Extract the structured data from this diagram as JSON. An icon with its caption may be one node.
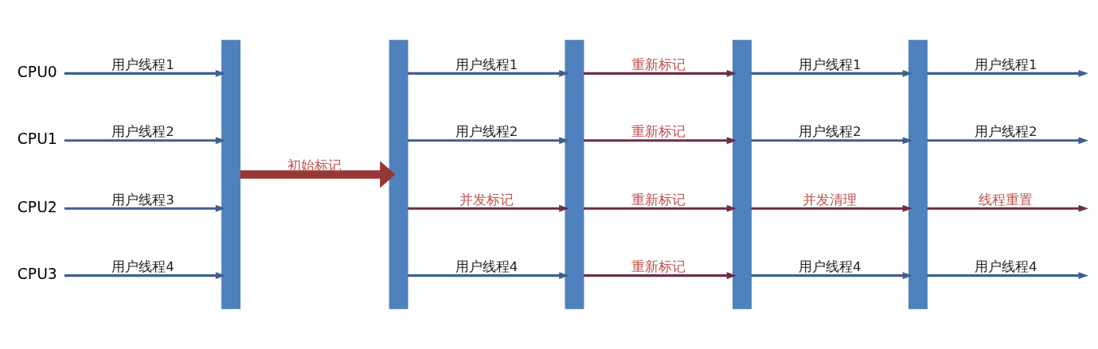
{
  "diagram": {
    "nodes": [
      {
        "text": [
          "CPU0"
        ]
      },
      {
        "text": [
          "CPU1"
        ]
      },
      {
        "text": [
          "CPU2"
        ]
      },
      {
        "text": [
          "CPU3"
        ]
      },
      {
        "text": [],
        "shape": "bar"
      },
      {
        "text": [],
        "shape": "bar"
      },
      {
        "text": [],
        "shape": "bar"
      },
      {
        "text": [],
        "shape": "bar"
      },
      {
        "text": [],
        "shape": "bar"
      }
    ],
    "edges": [
      {
        "from": 0,
        "to": 4,
        "arrow": "to",
        "label": "用户线程1"
      },
      {
        "from": 1,
        "to": 4,
        "arrow": "to",
        "label": "用户线程2"
      },
      {
        "from": 2,
        "to": 4,
        "arrow": "to",
        "label": "用户线程3"
      },
      {
        "from": 3,
        "to": 4,
        "arrow": "to",
        "label": "用户线程4"
      },
      {
        "from": 4,
        "to": 5,
        "arrow": "to",
        "label": "初始标记",
        "style": "thick",
        "color": "#953735"
      },
      {
        "from": 5,
        "to": 6,
        "arrow": "to",
        "label": "用户线程1"
      },
      {
        "from": 5,
        "to": 6,
        "arrow": "to",
        "label": "用户线程2"
      },
      {
        "from": 5,
        "to": 6,
        "arrow": "to",
        "label": "并发标记",
        "color": "#6b2f4a"
      },
      {
        "from": 5,
        "to": 6,
        "arrow": "to",
        "label": "用户线程4"
      },
      {
        "from": 6,
        "to": 7,
        "arrow": "to",
        "label": "重新标记",
        "color": "#6b2f4a"
      },
      {
        "from": 6,
        "to": 7,
        "arrow": "to",
        "label": "重新标记",
        "color": "#6b2f4a"
      },
      {
        "from": 6,
        "to": 7,
        "arrow": "to",
        "label": "重新标记",
        "color": "#6b2f4a"
      },
      {
        "from": 6,
        "to": 7,
        "arrow": "to",
        "label": "重新标记",
        "color": "#6b2f4a"
      },
      {
        "from": 7,
        "to": 8,
        "arrow": "to",
        "label": "用户线程1"
      },
      {
        "from": 7,
        "to": 8,
        "arrow": "to",
        "label": "用户线程2"
      },
      {
        "from": 7,
        "to": 8,
        "arrow": "to",
        "label": "并发清理",
        "color": "#6b2f4a"
      },
      {
        "from": 7,
        "to": 8,
        "arrow": "to",
        "label": "用户线程4"
      },
      {
        "from": 8,
        "to": null,
        "arrow": "to",
        "label": "用户线程1"
      },
      {
        "from": 8,
        "to": null,
        "arrow": "to",
        "label": "用户线程2"
      },
      {
        "from": 8,
        "to": null,
        "arrow": "to",
        "label": "线程重置",
        "color": "#6b2f4a"
      },
      {
        "from": 8,
        "to": null,
        "arrow": "to",
        "label": "用户线程4"
      }
    ]
  }
}
